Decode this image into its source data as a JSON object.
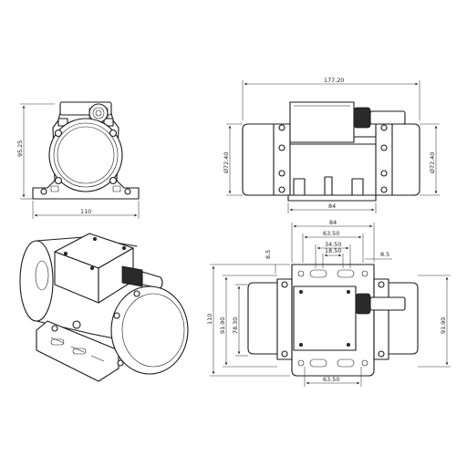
{
  "dimensions": {
    "front_height": "95.25",
    "front_width": "110",
    "side_length": "177.20",
    "side_left_dia": "Ø72.40",
    "side_right_dia": "Ø72.40",
    "side_base": "84",
    "top_width": "84",
    "top_a": "63.50",
    "top_b": "34.50",
    "top_c": "18.50",
    "top_right_gap": "8.5",
    "top_left_gap": "8.5",
    "plan_total_height": "110",
    "plan_h1": "91.90",
    "plan_h2": "78.30",
    "plan_right_height": "91.90",
    "plan_bottom": "63.50"
  }
}
